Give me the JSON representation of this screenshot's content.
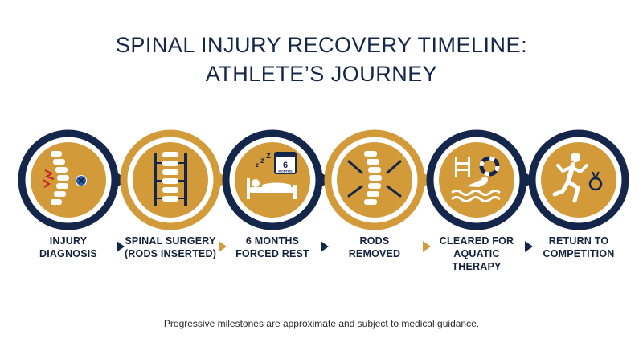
{
  "title": {
    "line1": "SPINAL INJURY RECOVERY TIMELINE:",
    "line2": "ATHLETE’S JOURNEY"
  },
  "colors": {
    "navy": "#14264a",
    "gold": "#d39a3a",
    "gold_dark": "#b8801f",
    "white": "#ffffff"
  },
  "steps": [
    {
      "line1": "INJURY",
      "line2": "DIAGNOSIS",
      "line3": "",
      "icon": "injured-spine-icon",
      "ring": "navy"
    },
    {
      "line1": "SPINAL SURGERY",
      "line2": "(RODS INSERTED)",
      "line3": "",
      "icon": "spine-with-rods-icon",
      "ring": "gold"
    },
    {
      "line1": "6 MONTHS",
      "line2": "FORCED REST",
      "line3": "",
      "icon": "bed-rest-calendar-icon",
      "ring": "navy",
      "calendar_number": "6",
      "calendar_text": "MONTHS"
    },
    {
      "line1": "RODS",
      "line2": "REMOVED",
      "line3": "",
      "icon": "rod-removal-icon",
      "ring": "gold"
    },
    {
      "line1": "CLEARED FOR",
      "line2": "AQUATIC",
      "line3": "THERAPY",
      "icon": "swimmer-pool-icon",
      "ring": "navy"
    },
    {
      "line1": "RETURN TO",
      "line2": "COMPETITION",
      "line3": "",
      "icon": "runner-medal-icon",
      "ring": "navy"
    }
  ],
  "footnote": "Progressive milestones are approximate and subject to medical guidance."
}
